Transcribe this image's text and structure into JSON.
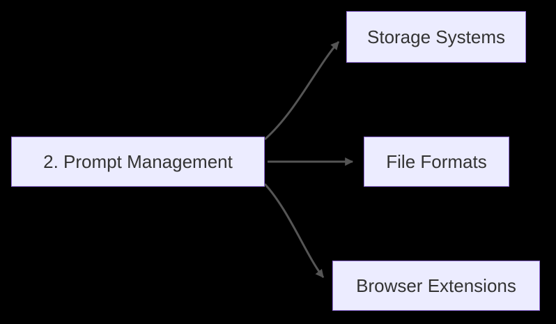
{
  "diagram": {
    "type": "flowchart",
    "direction": "left-to-right",
    "colors": {
      "background": "#000000",
      "node_fill": "#ECECFF",
      "node_border": "#9370DB",
      "text": "#333333",
      "edge": "#555555"
    },
    "nodes": [
      {
        "id": "prompt-management",
        "label": "2. Prompt Management"
      },
      {
        "id": "storage-systems",
        "label": "Storage Systems"
      },
      {
        "id": "file-formats",
        "label": "File Formats"
      },
      {
        "id": "browser-extensions",
        "label": "Browser Extensions"
      }
    ],
    "edges": [
      {
        "from": "2. Prompt Management",
        "to": "Storage Systems"
      },
      {
        "from": "2. Prompt Management",
        "to": "File Formats"
      },
      {
        "from": "2. Prompt Management",
        "to": "Browser Extensions"
      }
    ]
  }
}
